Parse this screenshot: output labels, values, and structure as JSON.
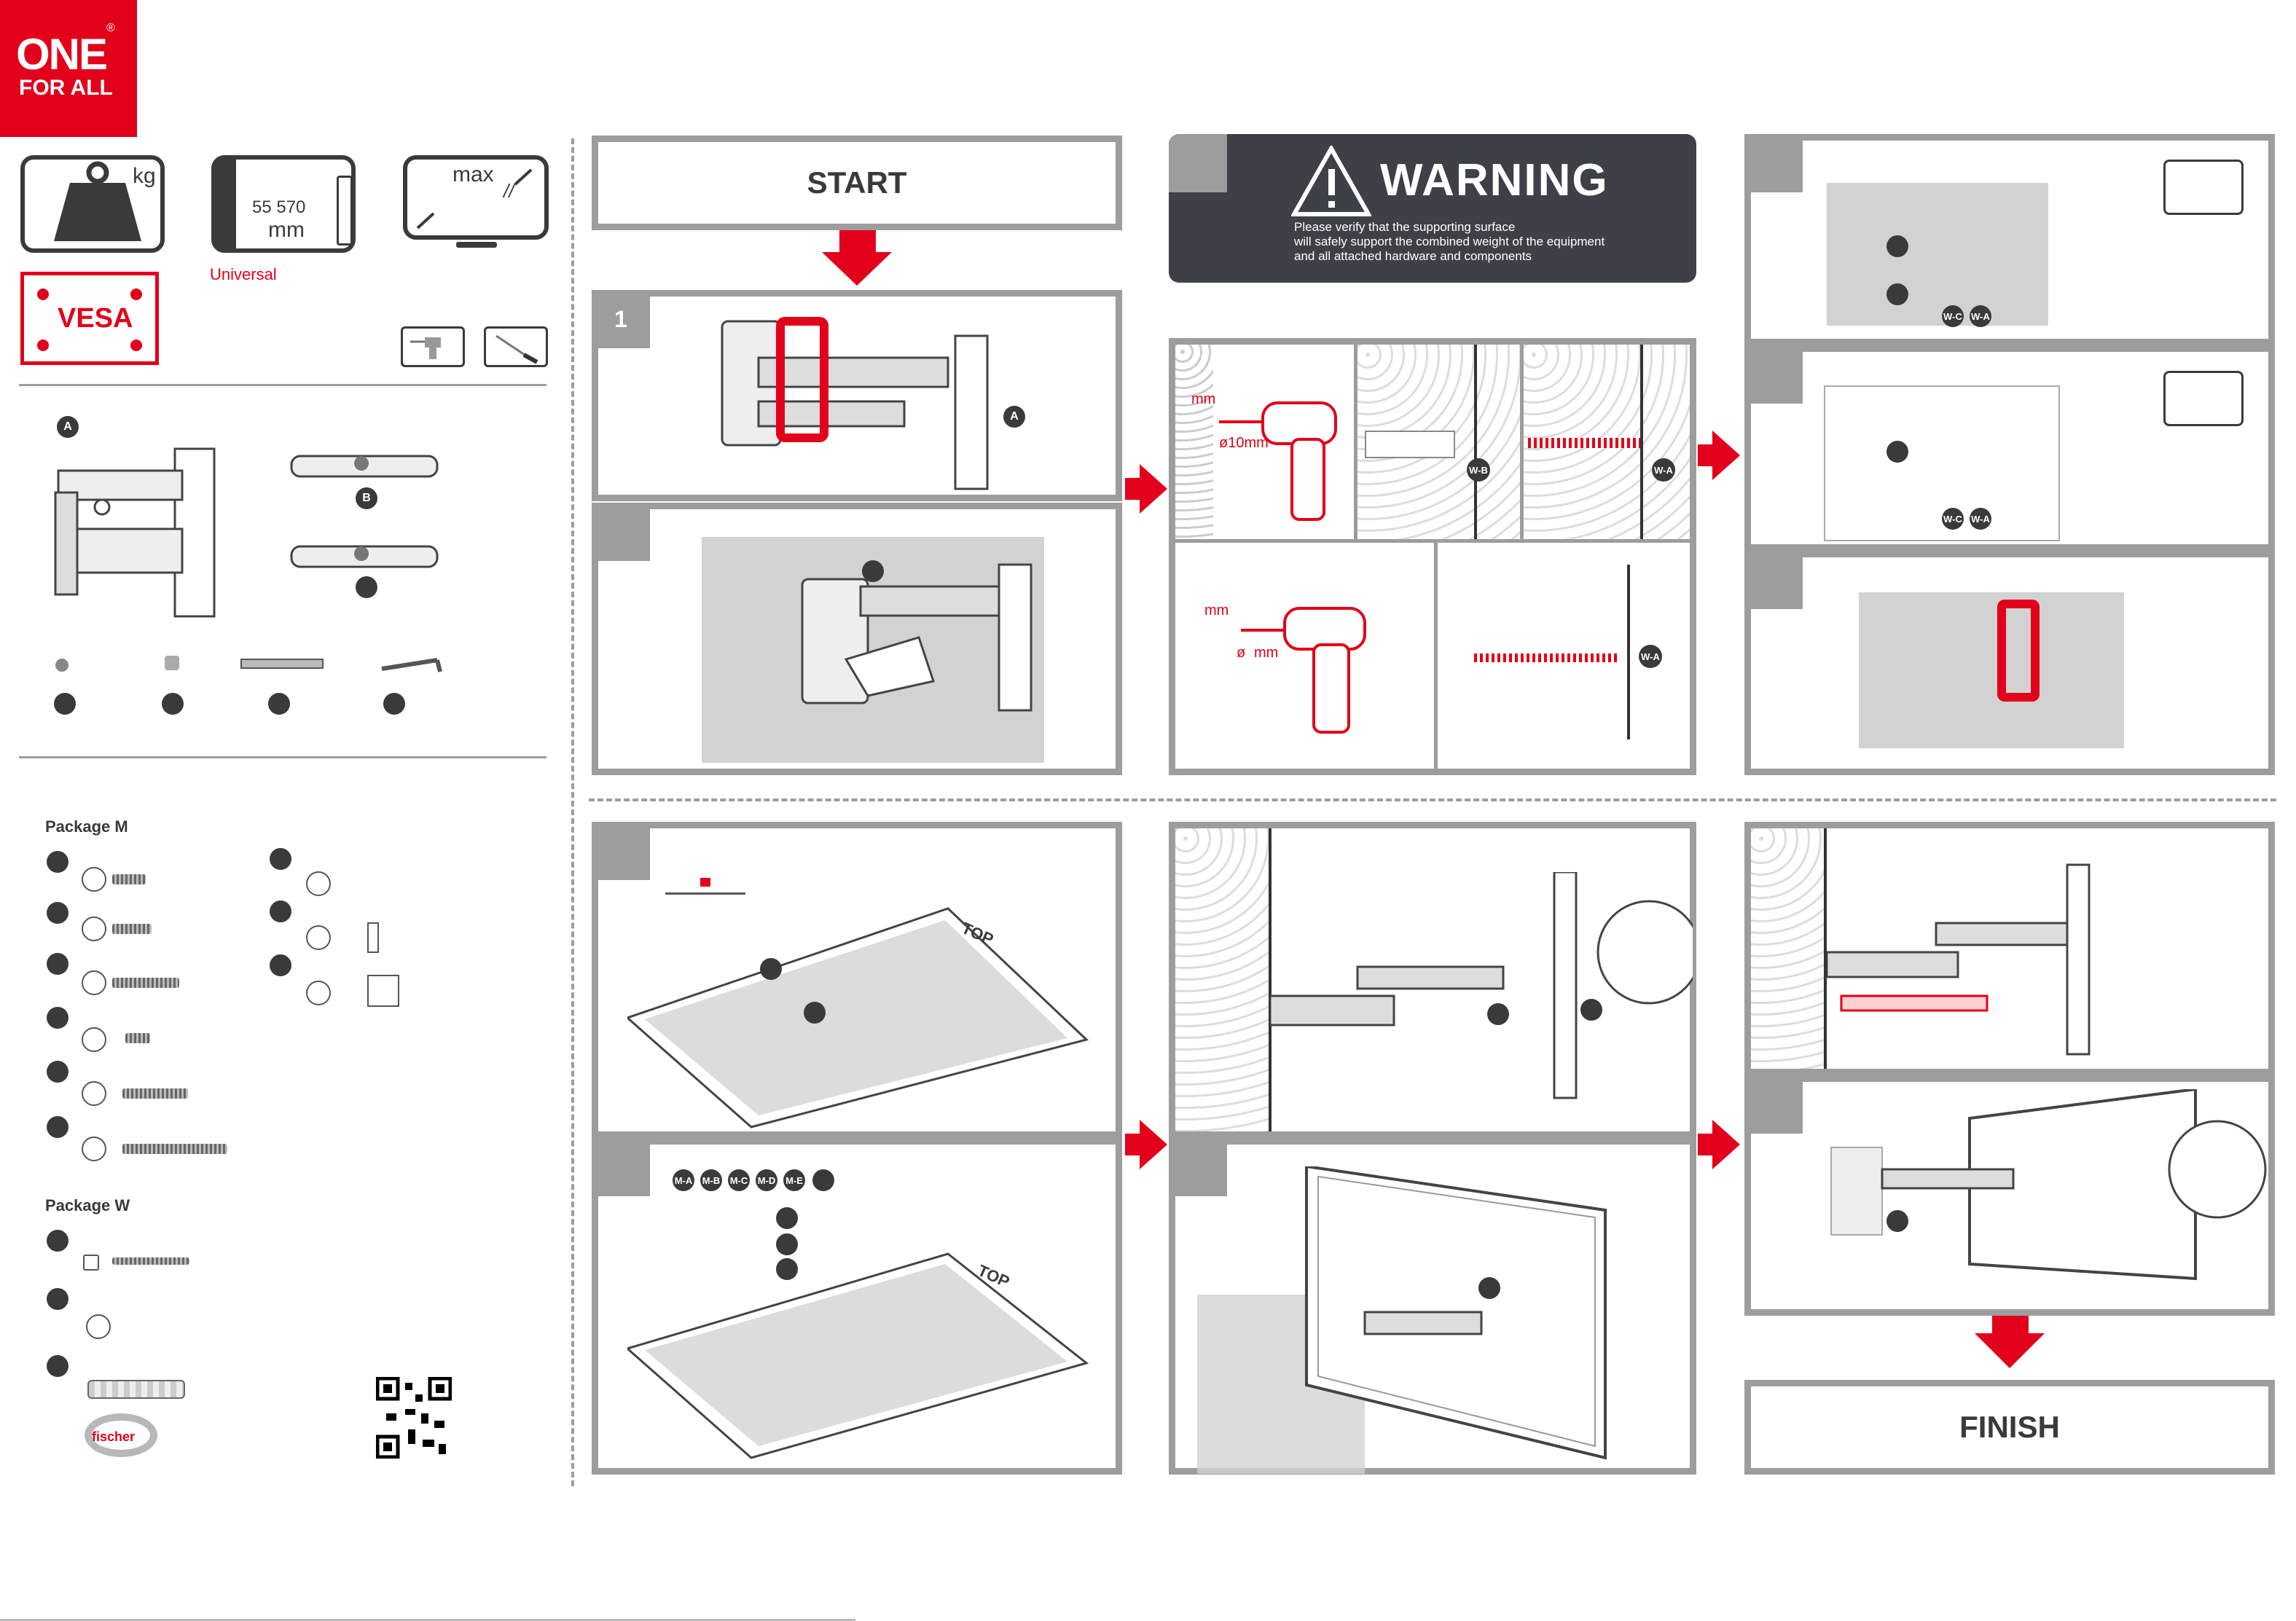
{
  "brand": {
    "line1": "ONE",
    "line2": "FOR ALL",
    "reg": "®"
  },
  "specs": {
    "weight_unit": "kg",
    "size_range": "55  570",
    "size_unit": "mm",
    "universal": "Universal",
    "screen_max": "max",
    "screen_marks": "//",
    "vesa": "VESA"
  },
  "parts": {
    "a": "A",
    "b": "B"
  },
  "packages": {
    "m": "Package M",
    "w": "Package W",
    "fischer": "fischer"
  },
  "steps": {
    "start": "START",
    "finish": "FINISH",
    "step1_num": "1",
    "warning_title": "WARNING",
    "warning_lines": [
      "Please verify that the supporting surface",
      "will safely support the combined weight of the equipment",
      "and all attached hardware and components"
    ],
    "drill_mm": "mm",
    "drill_10mm": "ø10mm",
    "drill_o": "ø",
    "drill_mm2": "mm",
    "wb": "W-B",
    "wa": "W-A",
    "wc": "W-C",
    "top": "TOP",
    "m_labels": [
      "M-A",
      "M-B",
      "M-C",
      "M-D",
      "M-E"
    ]
  }
}
